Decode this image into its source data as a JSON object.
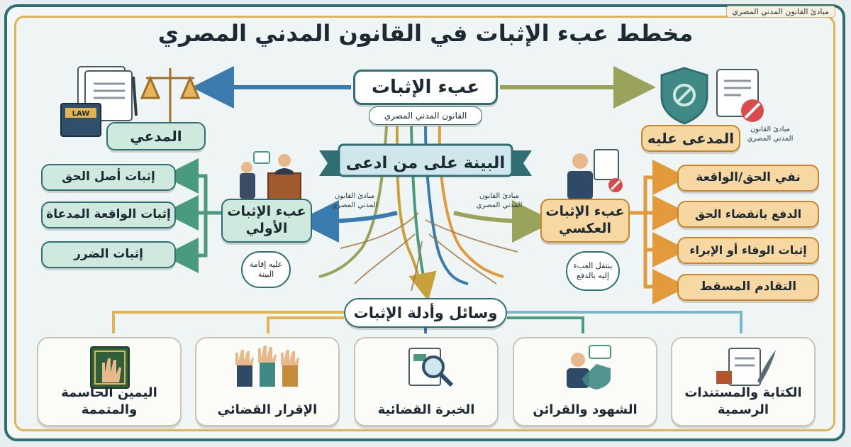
{
  "corner_tag": "مبادئ القانون المدني المصري",
  "title": "مخطط عبء الإثبات في القانون المدني المصري",
  "center": {
    "title": "عبء الإثبات",
    "subtitle": "القانون المدني المصري",
    "banner": "البينة على من ادعى"
  },
  "plaintiff": {
    "label": "المدعي",
    "icon_law": "LAW"
  },
  "defendant": {
    "label": "المدعى عليه",
    "note": "مبادئ القانون المدني المصري"
  },
  "initial_burden": {
    "label": "عبء الإثبات الأولي",
    "bubble": "عليه إقامة البينة",
    "note": "مبادئ القانون المدني المصري",
    "items": [
      "إثبات أصل الحق",
      "إثبات الواقعة المدعاة",
      "إثبات الضرر"
    ]
  },
  "reverse_burden": {
    "label": "عبء الإثبات العكسي",
    "bubble": "ينتقل العبء إليه بالدفع",
    "note": "مبادئ القانون المدني المصري",
    "items": [
      "نفي الحق/الواقعة",
      "الدفع بانقضاء الحق",
      "إثبات الوفاء أو الإبراء",
      "التقادم المسقط"
    ]
  },
  "means": {
    "title": "وسائل وأدلة الإثبات",
    "cards": [
      "الكتابة والمستندات الرسمية",
      "الشهود والقرائن",
      "الخبرة القضائية",
      "الإقرار القضائي",
      "اليمين الحاسمة والمتممة"
    ]
  },
  "colors": {
    "teal": "#2f6f73",
    "orange": "#e39a3b",
    "gold": "#e0b451",
    "blue": "#3a7bb0"
  }
}
